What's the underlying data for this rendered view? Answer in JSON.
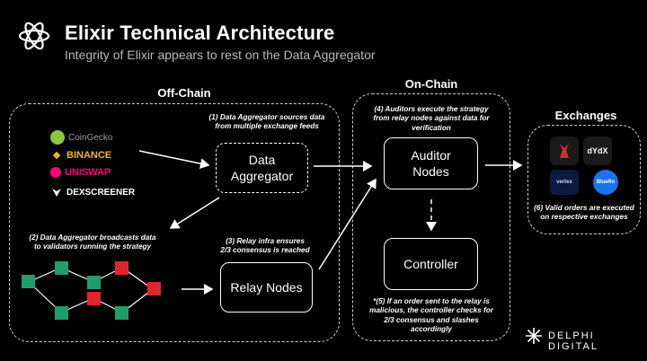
{
  "header": {
    "title": "Elixir Technical Architecture",
    "subtitle": "Integrity of Elixir appears to rest on the Data Aggregator"
  },
  "sections": {
    "off_chain": "Off-Chain",
    "on_chain": "On-Chain",
    "exchanges": "Exchanges"
  },
  "sources": [
    "CoinGecko",
    "BINANCE",
    "UNISWAP",
    "DEXSCREENER"
  ],
  "nodes": {
    "data_aggregator": "Data\nAggregator",
    "auditor_nodes": "Auditor\nNodes",
    "controller": "Controller",
    "relay_nodes": "Relay Nodes"
  },
  "notes": {
    "step1": "(1) Data Aggregator sources data\nfrom multiple exchange feeds",
    "step2": "(2) Data Aggregator broadcasts data\nto validators running the strategy",
    "step3": "(3) Relay infra ensures\n2/3 consensus is reached",
    "step4": "(4) Auditors execute the strategy\nfrom relay nodes against data for\nverification",
    "step5": "*(5) If an order sent to the relay is\nmalicious, the controller checks for\n2/3 consensus and slashes\naccordingly",
    "step6": "(6) Valid orders are executed\non respective exchanges"
  },
  "exchange_logos": [
    "dYdX",
    "vertex",
    "Bluefin"
  ],
  "brand": "DELPHI DIGITAL",
  "colors": {
    "background": "#000000",
    "binance": "#f0b90b",
    "uniswap": "#ff007a",
    "coingecko": "#8dc63f",
    "node_green": "#1f9e6b",
    "node_red": "#e0262d",
    "bluefin": "#1a73e8",
    "vertex_bg": "#0d1a40"
  },
  "icons": [
    "elixir-logo-icon",
    "coingecko-icon",
    "binance-icon",
    "uniswap-icon",
    "dexscreener-icon",
    "delphi-logo-icon"
  ]
}
